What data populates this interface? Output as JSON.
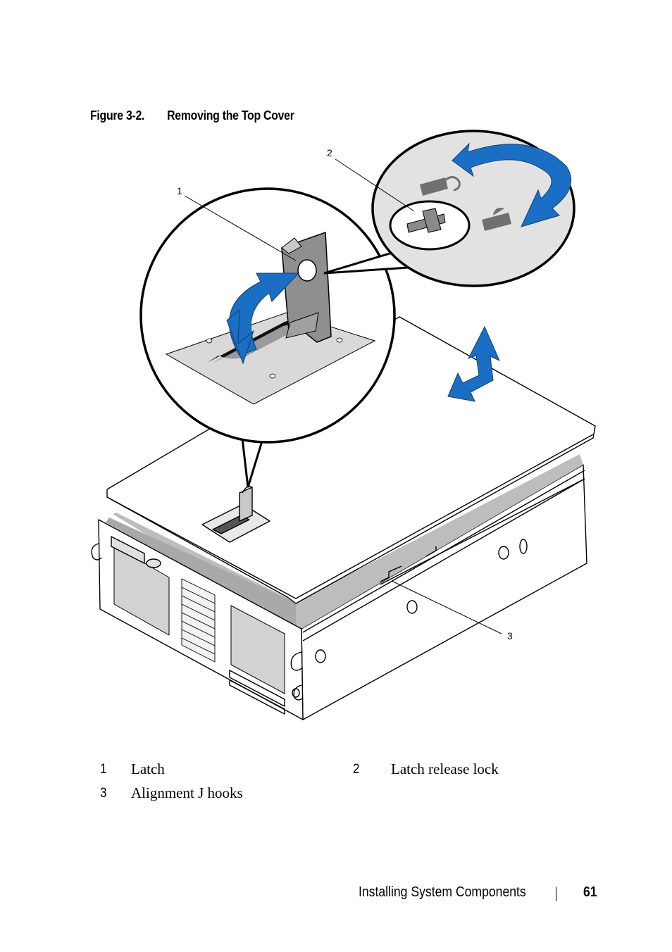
{
  "figure": {
    "number": "Figure 3-2.",
    "title": "Removing the Top Cover",
    "callouts": [
      "1",
      "2",
      "3"
    ],
    "accent_color": "#1a6fc4"
  },
  "legend": [
    {
      "num": "1",
      "label": "Latch"
    },
    {
      "num": "2",
      "label": "Latch release lock"
    },
    {
      "num": "3",
      "label": "Alignment J hooks"
    }
  ],
  "footer": {
    "section": "Installing System Components",
    "page": "61"
  }
}
